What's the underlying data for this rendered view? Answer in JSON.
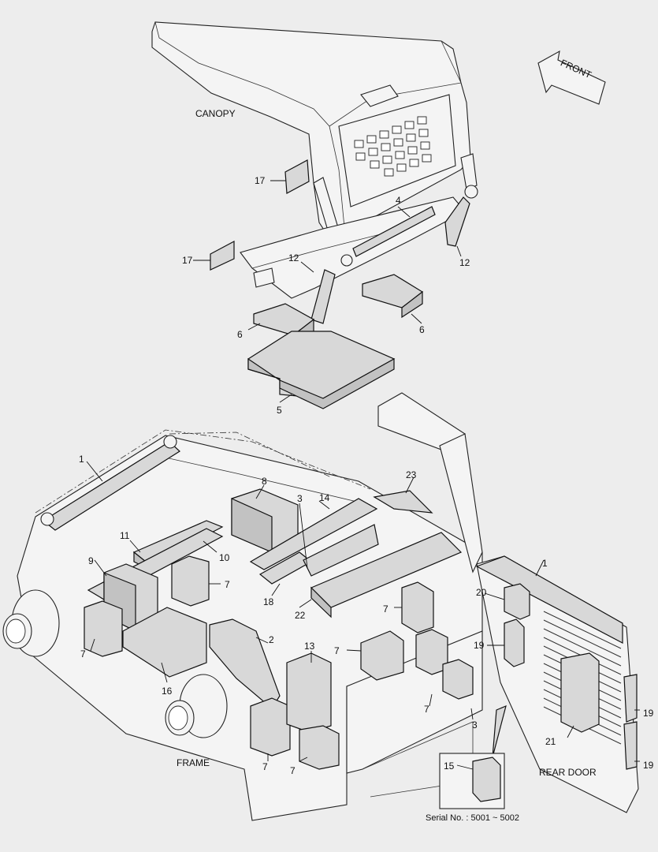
{
  "labels": {
    "canopy": "CANOPY",
    "frame": "FRAME",
    "rear_door": "REAR DOOR",
    "front": "FRONT",
    "serial": "Serial No. : 5001 ~ 5002"
  },
  "callouts": {
    "c1a": "1",
    "c1b": "1",
    "c2": "2",
    "c3a": "3",
    "c3b": "3",
    "c4": "4",
    "c5": "5",
    "c6a": "6",
    "c6b": "6",
    "c7a": "7",
    "c7b": "7",
    "c7c": "7",
    "c7d": "7",
    "c7e": "7",
    "c7f": "7",
    "c7g": "7",
    "c8": "8",
    "c9": "9",
    "c10": "10",
    "c11": "11",
    "c12a": "12",
    "c12b": "12",
    "c13": "13",
    "c14": "14",
    "c15": "15",
    "c16": "16",
    "c17a": "17",
    "c17b": "17",
    "c18": "18",
    "c19a": "19",
    "c19b": "19",
    "c19c": "19",
    "c20": "20",
    "c21": "21",
    "c22": "22",
    "c23": "23"
  }
}
